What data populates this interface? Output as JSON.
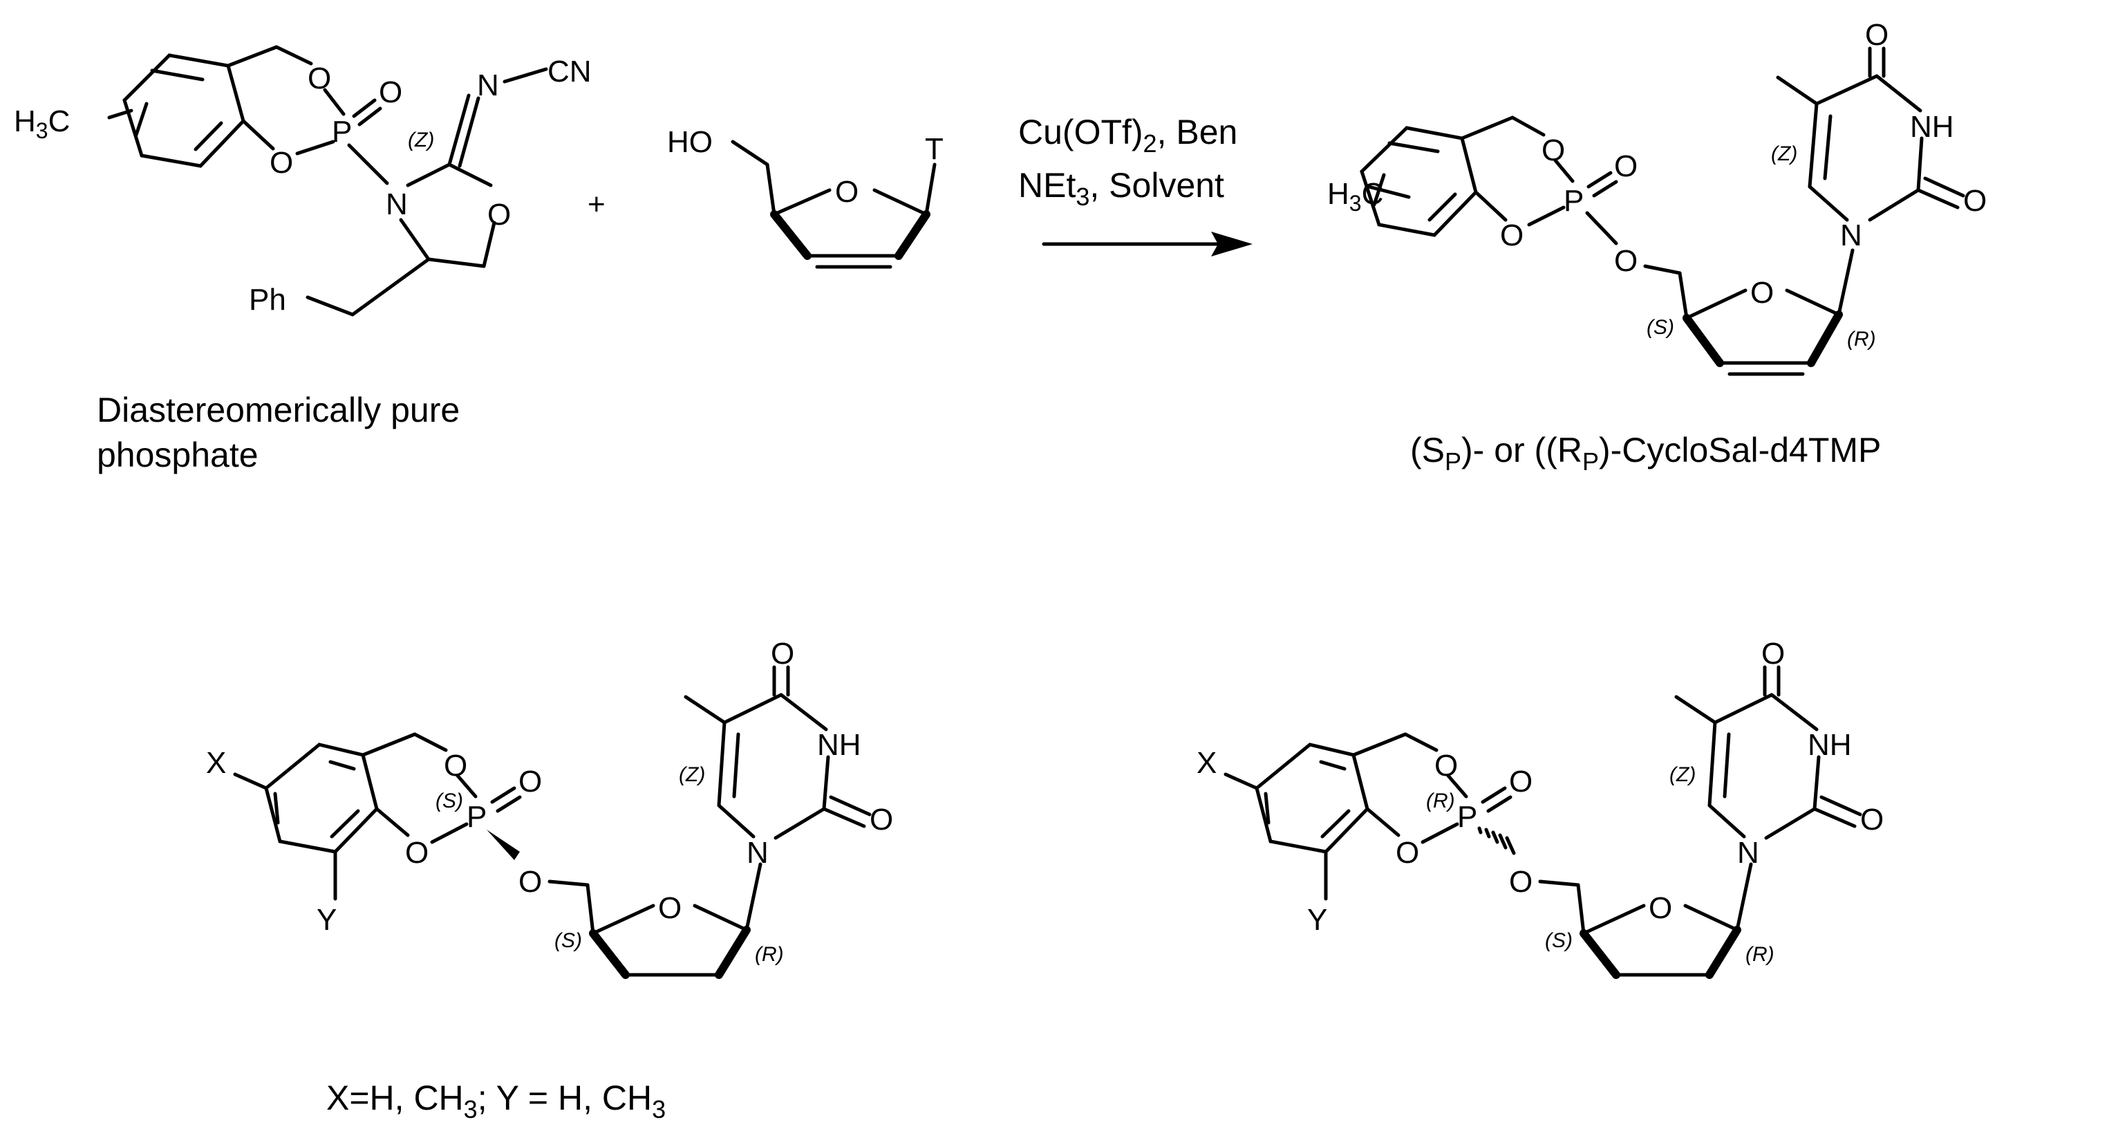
{
  "atoms": {
    "O": "O",
    "P": "P",
    "N": "N",
    "NH": "NH",
    "CN": "CN",
    "HO": "HO",
    "T": "T",
    "Ph": "Ph",
    "H": "H",
    "C": "C",
    "three": "3",
    "X": "X",
    "Y": "Y"
  },
  "stereo": {
    "Z": "(Z)",
    "S": "(S)",
    "R": "(R)"
  },
  "plus": "+",
  "reagents": {
    "line1_a": "Cu(OTf)",
    "line1_sub": "2",
    "line1_b": ", Ben",
    "line2_a": "NEt",
    "line2_sub": "3",
    "line2_b": ", Solvent"
  },
  "captions": {
    "start_line1": "Diastereomerically pure",
    "start_line2": "phosphate",
    "product_a": "(S",
    "product_sub1": "P",
    "product_b": ")- or  ((R",
    "product_sub2": "P",
    "product_c": ")-CycloSal-d4TMP",
    "xy_a": "X=H, CH",
    "xy_sub1": "3",
    "xy_b": "; Y = H, CH",
    "xy_sub2": "3"
  }
}
